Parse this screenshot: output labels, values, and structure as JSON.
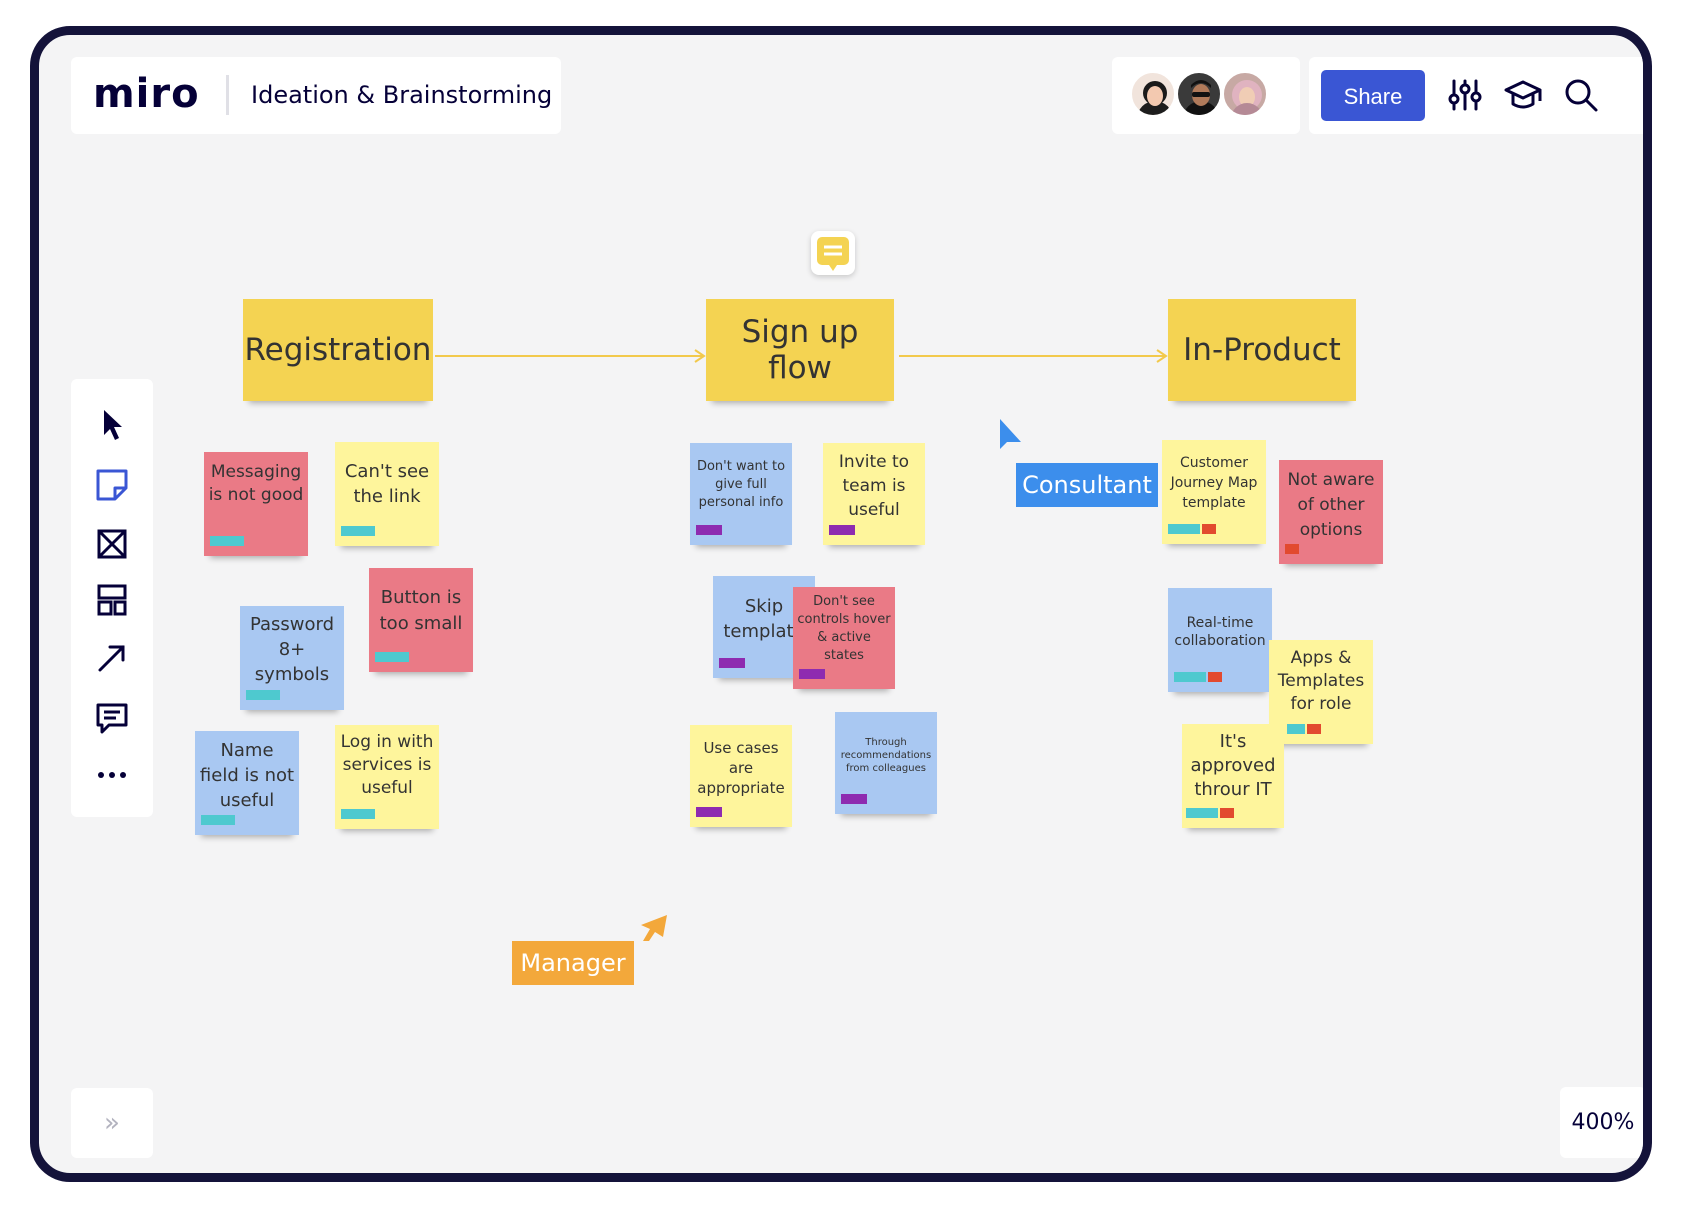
{
  "header": {
    "logo": "miro",
    "board_title": "Ideation & Brainstorming",
    "share_label": "Share"
  },
  "collaborators": [
    "avatar-user-1",
    "avatar-user-2",
    "avatar-user-3"
  ],
  "top_tools": [
    "settings-sliders-icon",
    "learn-cap-icon",
    "search-icon"
  ],
  "toolbar": {
    "items": [
      "select-cursor-icon",
      "sticky-note-icon",
      "frame-icon",
      "template-icon",
      "arrow-line-icon",
      "comment-icon",
      "more-icon"
    ]
  },
  "footer": {
    "expand_label": "»",
    "zoom": "400%"
  },
  "columns": {
    "registration": "Registration",
    "signup": "Sign up flow",
    "inproduct": "In-Product"
  },
  "notes": {
    "messaging": "Messaging is not good",
    "cant_see_link": "Can't see the link",
    "password": "Password 8+ symbols",
    "button_small": "Button is too small",
    "name_field": "Name field is not useful",
    "login_services": "Log in with services is useful",
    "dont_want": "Don't want to give full personal info",
    "invite_team": "Invite to team is useful",
    "skip_template": "Skip template",
    "dont_see_controls": "Don't see controls hover & active states",
    "use_cases": "Use cases are appropriate",
    "through_recs": "Through recommendations from colleagues",
    "customer_journey": "Customer Journey Map template",
    "not_aware": "Not aware of other options",
    "realtime": "Real-time collaboration",
    "apps_templates": "Apps & Templates for role",
    "approved_it": "It's approved throur IT"
  },
  "cursors": {
    "consultant": "Consultant",
    "manager": "Manager"
  },
  "colors": {
    "teal_tag": "#4ec9cf",
    "purple_tag": "#8e2bb0",
    "red_tag": "#e24a2f",
    "share_blue": "#3a56d4",
    "consultant_blue": "#3c8eec",
    "manager_orange": "#f3a83b",
    "connector": "#f2c94c"
  }
}
